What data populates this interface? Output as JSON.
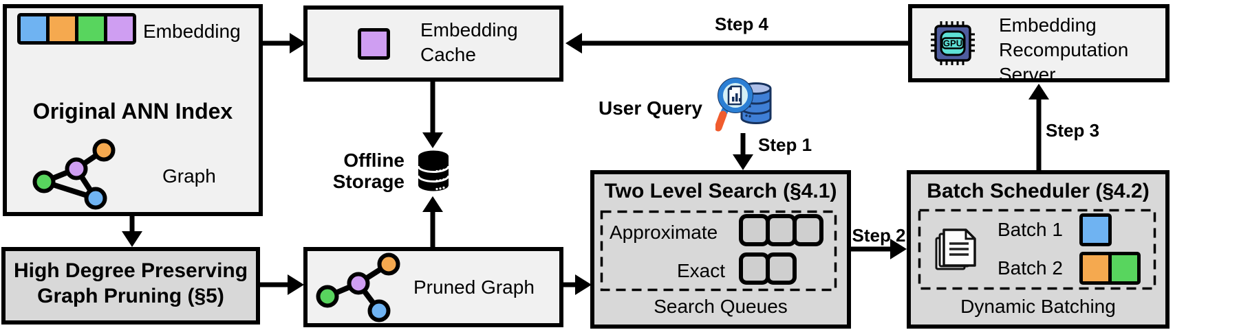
{
  "palette": {
    "box_light": "#f1f1f1",
    "box_dark": "#d8d8d8",
    "queue_fill": "#cfcfcf",
    "node_blue": "#6fb3f2",
    "node_orange": "#f5a94f",
    "node_green": "#58d55e",
    "node_purple": "#cf9ef2",
    "gpu_chip": "#4f5d9e",
    "gpu_die": "#5ee0d6",
    "db_blue": "#3f7fd6",
    "db_light": "#aebfe8",
    "db_outline": "#16325e",
    "magnifier_ring": "#2b7fd4",
    "magnifier_lens": "#d6f0f5",
    "magnifier_handle": "#f05c2e"
  },
  "ann_index": {
    "title": "Original ANN Index",
    "embedding_label": "Embedding",
    "graph_label": "Graph",
    "embedding_colors": [
      "#6fb3f2",
      "#f5a94f",
      "#58d55e",
      "#cf9ef2"
    ]
  },
  "embedding_cache": {
    "line1": "Embedding",
    "line2": "Cache",
    "chip_colors": [
      "#cf9ef2"
    ]
  },
  "recomputation_server": {
    "line1": "Embedding",
    "line2": "Recomputation",
    "line3": "Server",
    "gpu_label": "GPU"
  },
  "offline_storage": {
    "line1": "Offline",
    "line2": "Storage"
  },
  "user_query": {
    "label": "User Query"
  },
  "high_degree_pruning": {
    "line1": "High Degree Preserving",
    "line2": "Graph Pruning (§5)"
  },
  "pruned_graph": {
    "label": "Pruned Graph"
  },
  "two_level_search": {
    "title": "Two Level Search (§4.1)",
    "level1_label": "Approximate",
    "level1_queue_count": 3,
    "level2_label": "Exact",
    "level2_queue_count": 2,
    "caption": "Search Queues"
  },
  "batch_scheduler": {
    "title": "Batch Scheduler (§4.2)",
    "batch1_label": "Batch 1",
    "batch1_colors": [
      "#6fb3f2"
    ],
    "batch2_label": "Batch 2",
    "batch2_colors": [
      "#f5a94f",
      "#58d55e"
    ],
    "caption": "Dynamic Batching"
  },
  "steps": {
    "step1": "Step 1",
    "step2": "Step 2",
    "step3": "Step 3",
    "step4": "Step 4"
  }
}
